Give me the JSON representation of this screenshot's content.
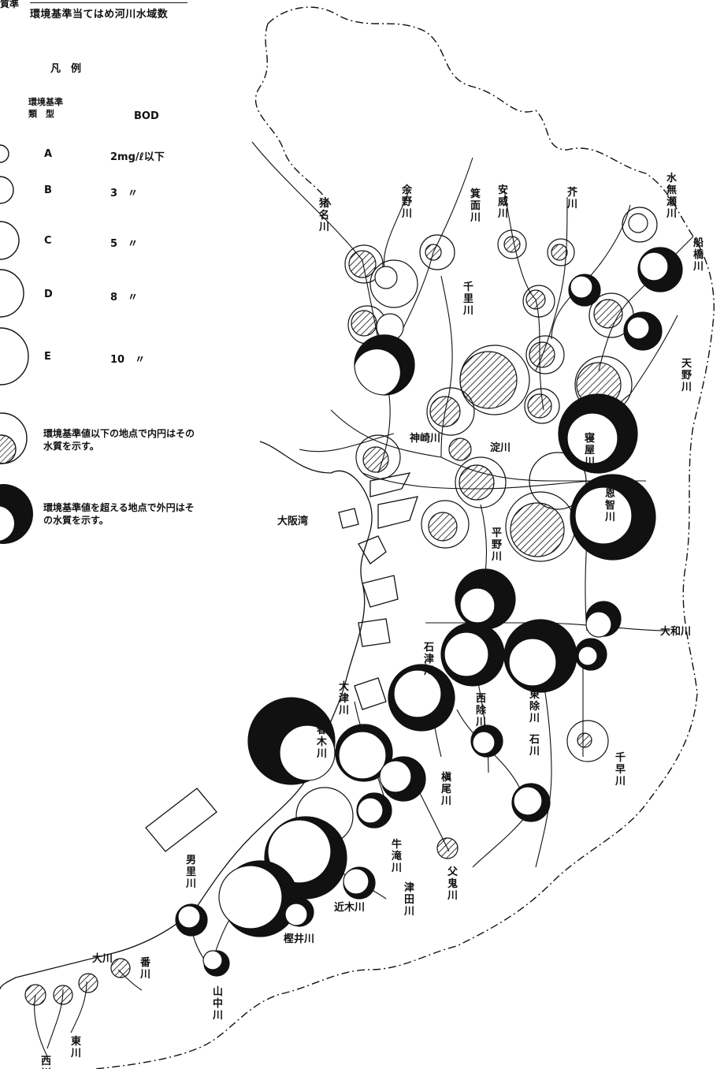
{
  "header": {
    "prefix": "質準",
    "title": "環境基準当てはめ河川水域数"
  },
  "legend": {
    "title": "凡　例",
    "category_label_1": "環境基準",
    "category_label_2": "類　型",
    "bod_label": "BOD",
    "rows": [
      {
        "type": "A",
        "value": "2mg/ℓ以下"
      },
      {
        "type": "B",
        "value": "3　〃"
      },
      {
        "type": "C",
        "value": "5　〃"
      },
      {
        "type": "D",
        "value": "8　〃"
      },
      {
        "type": "E",
        "value": "10　〃"
      }
    ],
    "note_below": "環境基準値以下の地点で内円はその水質を示す。",
    "note_above": "環境基準値を超える地点で外円はその水質を示す。"
  },
  "map": {
    "sea_label": "大阪湾",
    "rivers": [
      {
        "name": "猪名川",
        "vertical": true
      },
      {
        "name": "余野川",
        "vertical": true
      },
      {
        "name": "箕面川",
        "vertical": true
      },
      {
        "name": "安威川",
        "vertical": true
      },
      {
        "name": "芥川",
        "vertical": true
      },
      {
        "name": "水無瀬川",
        "vertical": true
      },
      {
        "name": "船橋川",
        "vertical": true
      },
      {
        "name": "千里川",
        "vertical": true
      },
      {
        "name": "天野川",
        "vertical": true
      },
      {
        "name": "神崎川",
        "vertical": false
      },
      {
        "name": "淀川",
        "vertical": false
      },
      {
        "name": "寝屋川",
        "vertical": true
      },
      {
        "name": "恩智川",
        "vertical": true
      },
      {
        "name": "平野川",
        "vertical": true
      },
      {
        "name": "大和川",
        "vertical": false
      },
      {
        "name": "石津川",
        "vertical": true
      },
      {
        "name": "西除川",
        "vertical": true
      },
      {
        "name": "東除川",
        "vertical": true
      },
      {
        "name": "石川",
        "vertical": true
      },
      {
        "name": "大津川",
        "vertical": true
      },
      {
        "name": "春木川",
        "vertical": true
      },
      {
        "name": "槇尾川",
        "vertical": true
      },
      {
        "name": "千早川",
        "vertical": true
      },
      {
        "name": "牛滝川",
        "vertical": true
      },
      {
        "name": "父鬼川",
        "vertical": true
      },
      {
        "name": "津田川",
        "vertical": true
      },
      {
        "name": "近木川",
        "vertical": false
      },
      {
        "name": "男里川",
        "vertical": true
      },
      {
        "name": "樫井川",
        "vertical": false
      },
      {
        "name": "番川",
        "vertical": true
      },
      {
        "name": "山中川",
        "vertical": true
      },
      {
        "name": "大川",
        "vertical": false
      },
      {
        "name": "東川",
        "vertical": true
      },
      {
        "name": "西川",
        "vertical": true
      }
    ]
  }
}
